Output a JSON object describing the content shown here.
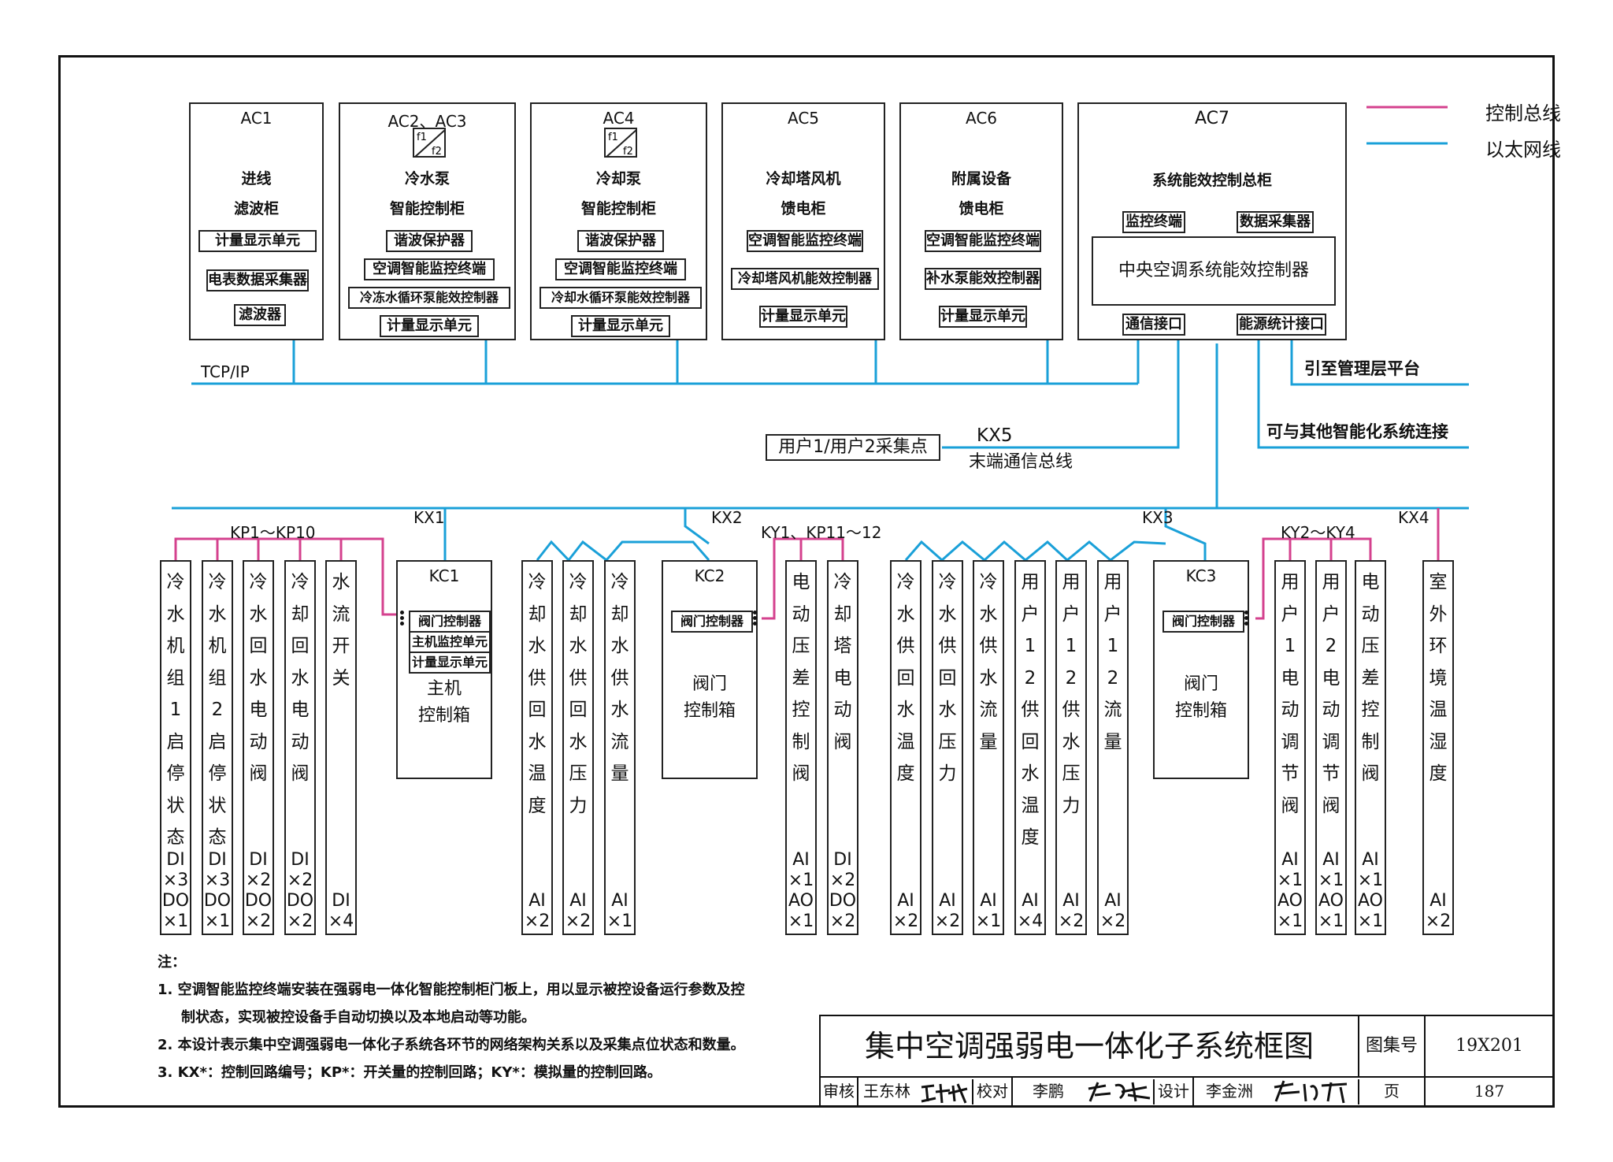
{
  "legend": {
    "control_bus": "控制总线",
    "ethernet": "以太网线",
    "control_color": "#d4418e",
    "ethernet_color": "#1aa0d8"
  },
  "tcpip": "TCP/IP",
  "cabinets": {
    "ac1": {
      "name": "AC1",
      "t1": "进线",
      "t2": "滤波柜",
      "units": [
        "计量显示单元",
        "电表数据采集器",
        "滤波器"
      ]
    },
    "ac23": {
      "name": "AC2、AC3",
      "t1": "冷水泵",
      "t2": "智能控制柜",
      "units": [
        "谐波保护器",
        "空调智能监控终端",
        "冷冻水循环泵能效控制器",
        "计量显示单元"
      ]
    },
    "ac4": {
      "name": "AC4",
      "t1": "冷却泵",
      "t2": "智能控制柜",
      "units": [
        "谐波保护器",
        "空调智能监控终端",
        "冷却水循环泵能效控制器",
        "计量显示单元"
      ]
    },
    "ac5": {
      "name": "AC5",
      "t1": "冷却塔风机",
      "t2": "馈电柜",
      "units": [
        "空调智能监控终端",
        "冷却塔风机能效控制器",
        "计量显示单元"
      ]
    },
    "ac6": {
      "name": "AC6",
      "t1": "附属设备",
      "t2": "馈电柜",
      "units": [
        "空调智能监控终端",
        "补水泵能效控制器",
        "计量显示单元"
      ]
    },
    "ac7": {
      "name": "AC7",
      "t1": "系统能效控制总柜",
      "units": [
        "监控终端",
        "数据采集器",
        "中央空调系统能效控制器",
        "通信接口",
        "能源统计接口"
      ]
    }
  },
  "links": {
    "mgmt": "引至管理层平台",
    "other": "可与其他智能化系统连接"
  },
  "kx5": {
    "box": "用户1/用户2采集点",
    "code": "KX5",
    "label": "末端通信总线"
  },
  "loops": {
    "kp1": "KP1～KP10",
    "kx1": "KX1",
    "kx2": "KX2",
    "ky1": "KY1、KP11～12",
    "kx3": "KX3",
    "ky2": "KY2～KY4",
    "kx4": "KX4"
  },
  "controllers": {
    "kc1": {
      "name": "KC1",
      "units": [
        "阀门控制器",
        "主机监控单元",
        "计量显示单元"
      ],
      "t1": "主机",
      "t2": "控制箱"
    },
    "kc2": {
      "name": "KC2",
      "units": [
        "阀门控制器"
      ],
      "t1": "阀门",
      "t2": "控制箱"
    },
    "kc3": {
      "name": "KC3",
      "units": [
        "阀门控制器"
      ],
      "t1": "阀门",
      "t2": "控制箱"
    }
  },
  "points": [
    {
      "label": "冷水机组1启停状态",
      "sig": "DI\n×3\nDO\n×1"
    },
    {
      "label": "冷水机组2启停状态",
      "sig": "DI\n×3\nDO\n×1"
    },
    {
      "label": "冷水回水电动阀",
      "sig": "DI\n×2\nDO\n×2"
    },
    {
      "label": "冷却回水电动阀",
      "sig": "DI\n×2\nDO\n×2"
    },
    {
      "label": "水流开关",
      "sig": "DI\n×4"
    },
    {
      "label": "冷却水供回水温度",
      "sig": "AI\n×2"
    },
    {
      "label": "冷却水供回水压力",
      "sig": "AI\n×2"
    },
    {
      "label": "冷却水供水流量",
      "sig": "AI\n×1"
    },
    {
      "label": "电动压差控制阀",
      "sig": "AI\n×1\nAO\n×1"
    },
    {
      "label": "冷却塔电动阀",
      "sig": "DI\n×2\nDO\n×2"
    },
    {
      "label": "冷水供回水温度",
      "sig": "AI\n×2"
    },
    {
      "label": "冷水供回水压力",
      "sig": "AI\n×2"
    },
    {
      "label": "冷水供水流量",
      "sig": "AI\n×1"
    },
    {
      "label": "用户12供回水温度",
      "sig": "AI\n×4"
    },
    {
      "label": "用户12供水压力",
      "sig": "AI\n×2"
    },
    {
      "label": "用户12流量",
      "sig": "AI\n×2"
    },
    {
      "label": "用户1电动调节阀",
      "sig": "AI\n×1\nAO\n×1"
    },
    {
      "label": "用户2电动调节阀",
      "sig": "AI\n×1\nAO\n×1"
    },
    {
      "label": "电动压差控制阀",
      "sig": "AI\n×1\nAO\n×1"
    },
    {
      "label": "室外环境温湿度",
      "sig": "AI\n×2"
    }
  ],
  "notes": {
    "head": "注：",
    "n1a": "1. 空调智能监控终端安装在强弱电一体化智能控制柜门板上，用以显示被控设备运行参数及控",
    "n1b": "制状态，实现被控设备手自动切换以及本地启动等功能。",
    "n2": "2. 本设计表示集中空调强弱电一体化子系统各环节的网络架构关系以及采集点位状态和数量。",
    "n3": "3. KX*：控制回路编号；KP*：开关量的控制回路；KY*：模拟量的控制回路。"
  },
  "title_block": {
    "title": "集中空调强弱电一体化子系统框图",
    "atlas_label": "图集号",
    "atlas": "19X201",
    "page_label": "页",
    "page": "187",
    "review_label": "审核",
    "reviewer": "王东林",
    "check_label": "校对",
    "checker": "李鹏",
    "design_label": "设计",
    "designer": "李金洲"
  }
}
